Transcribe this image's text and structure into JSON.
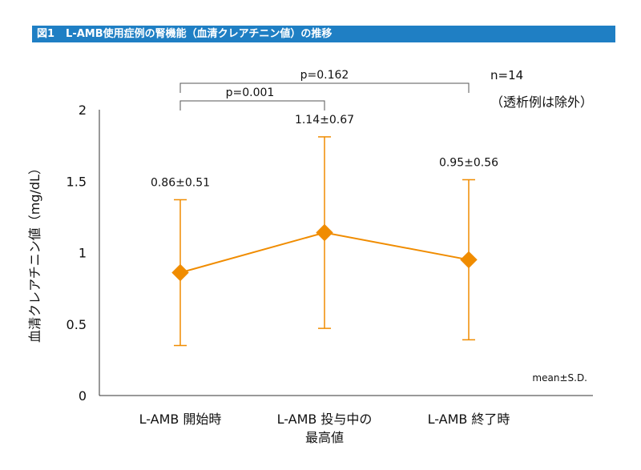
{
  "figure": {
    "number": "図1",
    "title": "L-AMB使用症例の腎機能（血清クレアチニン値）の推移"
  },
  "chart_data": {
    "type": "line",
    "title": "L-AMB使用症例の腎機能（血清クレアチニン値）の推移",
    "ylabel": "血清クレアチニン値（mg/dL）",
    "xlabel": "",
    "ylim": [
      0,
      2
    ],
    "yticks": [
      "0",
      "0.5",
      "1",
      "1.5",
      "2"
    ],
    "ytick_values": [
      0,
      0.5,
      1,
      1.5,
      2
    ],
    "grid": false,
    "categories": [
      [
        "L-AMB 開始時"
      ],
      [
        "L-AMB 投与中の",
        "最高値"
      ],
      [
        "L-AMB 終了時"
      ]
    ],
    "series": [
      {
        "values": [
          0.86,
          1.14,
          0.95
        ],
        "sd": [
          0.51,
          0.67,
          0.56
        ],
        "marker": "diamond",
        "color": "#f08c00"
      }
    ],
    "data_labels": [
      "0.86±0.51",
      "1.14±0.67",
      "0.95±0.56"
    ],
    "comparisons": [
      {
        "from": 0,
        "to": 1,
        "label": "p=0.001"
      },
      {
        "from": 0,
        "to": 2,
        "label": "p=0.162"
      }
    ],
    "annotations": {
      "n": "n=14",
      "note": "（透析例は除外）",
      "stat": "mean±S.D."
    }
  }
}
